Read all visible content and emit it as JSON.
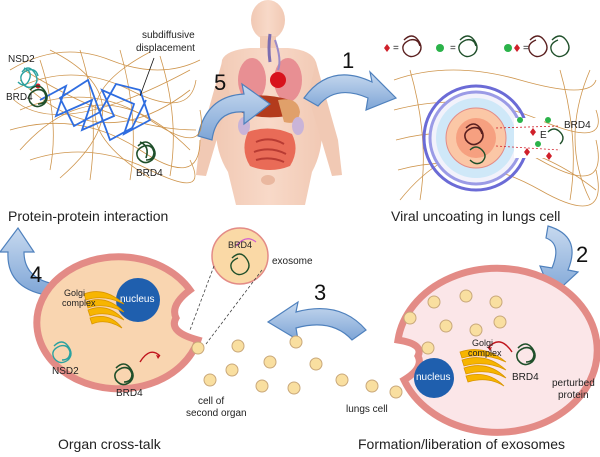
{
  "captions": {
    "protein_interaction": "Protein-protein interaction",
    "viral_uncoating": "Viral uncoating in lungs cell",
    "organ_crosstalk": "Organ cross-talk",
    "exosome_formation": "Formation/liberation of exosomes"
  },
  "steps": [
    "1",
    "2",
    "3",
    "4",
    "5"
  ],
  "labels": {
    "nsd2": "NSD2",
    "brd4": "BRD4",
    "subdiffusive_line1": "subdiffusive",
    "subdiffusive_line2": "displacement",
    "legend_eq1": "=",
    "legend_eq2": "=",
    "legend_eq3": "=",
    "exosome": "exosome",
    "golgi_line1": "Golgi",
    "golgi_line2": "complex",
    "nucleus": "nucleus",
    "cell_second_line1": "cell of",
    "cell_second_line2": "second organ",
    "lungs_cell": "lungs cell",
    "perturbed_line1": "perturbed",
    "perturbed_line2": "protein",
    "e_mark": "E"
  },
  "colors": {
    "arrow_blue": "#8fb3dc",
    "arrow_edge": "#4f81bd",
    "cell_fill": "#f9d5b0",
    "cell_edge": "#e38b86",
    "nucleus": "#1f5fae",
    "golgi": "#f7b500",
    "dot": "#f9dfa0",
    "protein_dark": "#1f4f2a",
    "protein_teal": "#2aa2a0",
    "red_mark": "#d0202a",
    "green_mark": "#2bb34a"
  }
}
